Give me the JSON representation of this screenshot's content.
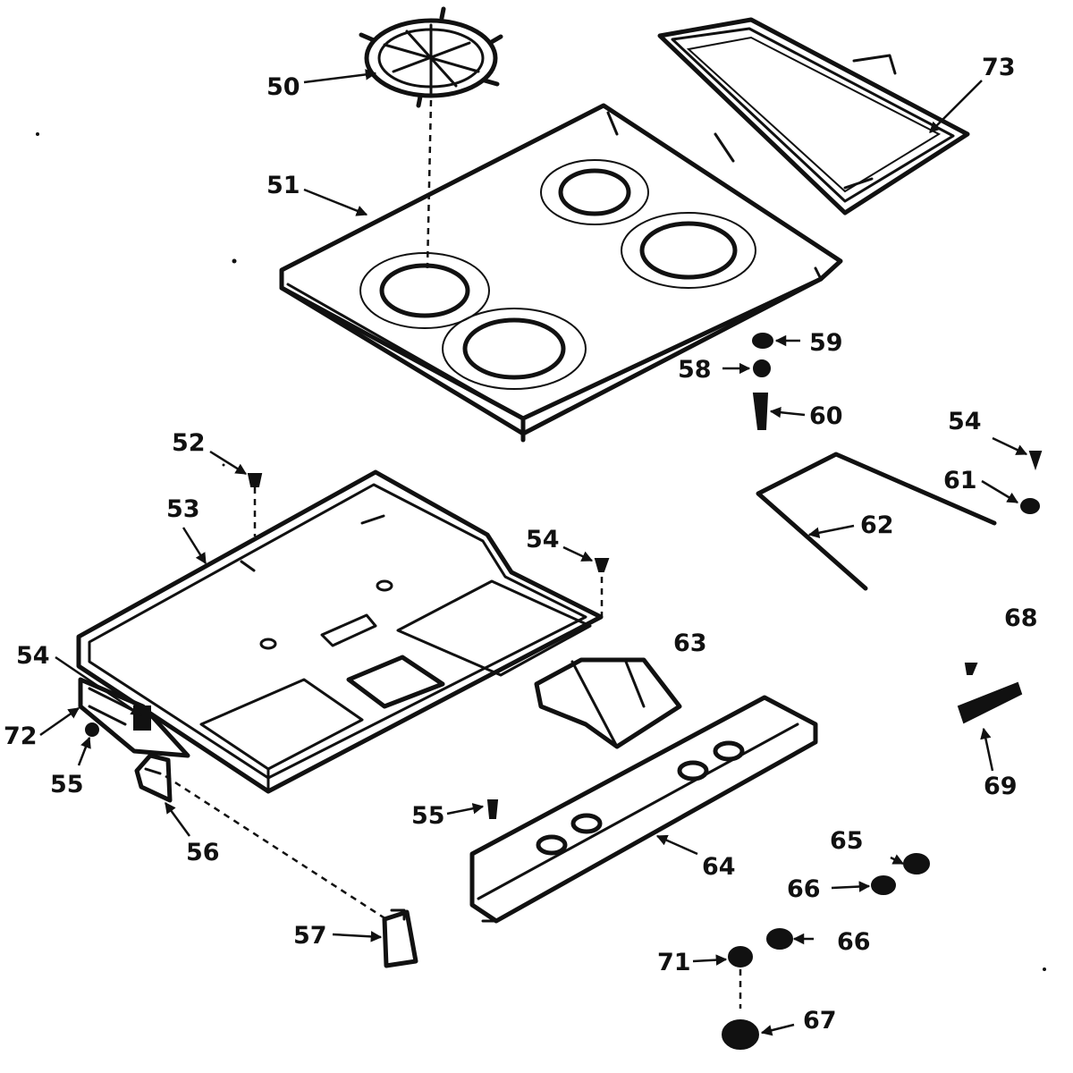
{
  "callouts": {
    "c50": "50",
    "c51": "51",
    "c52": "52",
    "c53": "53",
    "c54a": "54",
    "c54b": "54",
    "c54c": "54",
    "c55a": "55",
    "c55b": "55",
    "c56": "56",
    "c57": "57",
    "c58": "58",
    "c59": "59",
    "c60": "60",
    "c61": "61",
    "c62": "62",
    "c63": "63",
    "c64": "64",
    "c65": "65",
    "c66a": "66",
    "c66b": "66",
    "c67": "67",
    "c68": "68",
    "c69": "69",
    "c71": "71",
    "c72": "72",
    "c73": "73"
  }
}
